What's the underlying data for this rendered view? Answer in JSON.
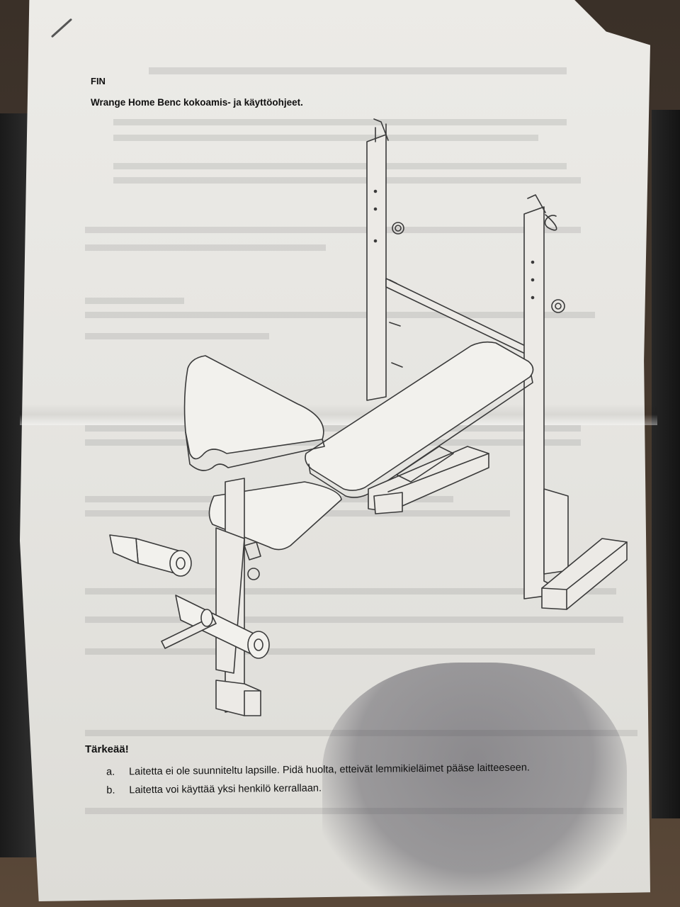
{
  "header": {
    "lang_code": "FIN",
    "title": "Wrange Home Benc kokoamis- ja käyttöohjeet."
  },
  "illustration": {
    "subject": "weight-bench-line-drawing"
  },
  "notice": {
    "heading": "Tärkeää!",
    "items": [
      {
        "marker": "a.",
        "text": "Laitetta ei ole suunniteltu lapsille. Pidä huolta, etteivät lemmikieläimet pääse laitteeseen."
      },
      {
        "marker": "b.",
        "text": "Laitetta voi käyttää yksi henkilö kerrallaan."
      }
    ]
  },
  "colors": {
    "paper": "#e8e7e3",
    "ink": "#111111",
    "drawing": "#3a3a3a"
  }
}
